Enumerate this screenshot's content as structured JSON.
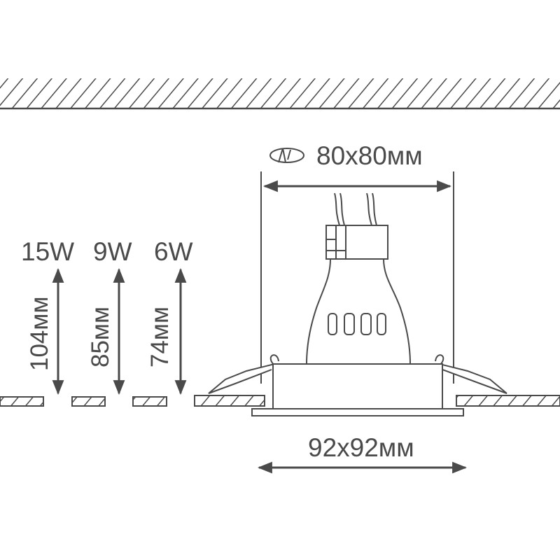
{
  "diagram": {
    "cutout_label": "80x80мм",
    "frame_label": "92x92мм",
    "columns": [
      {
        "wattage": "15W",
        "depth": "104мм"
      },
      {
        "wattage": "9W",
        "depth": "85мм"
      },
      {
        "wattage": "6W",
        "depth": "74мм"
      }
    ],
    "icons": {
      "cutout": "circular-cutout-icon"
    },
    "colors": {
      "stroke": "#4a4a4a",
      "background": "#ffffff"
    }
  }
}
